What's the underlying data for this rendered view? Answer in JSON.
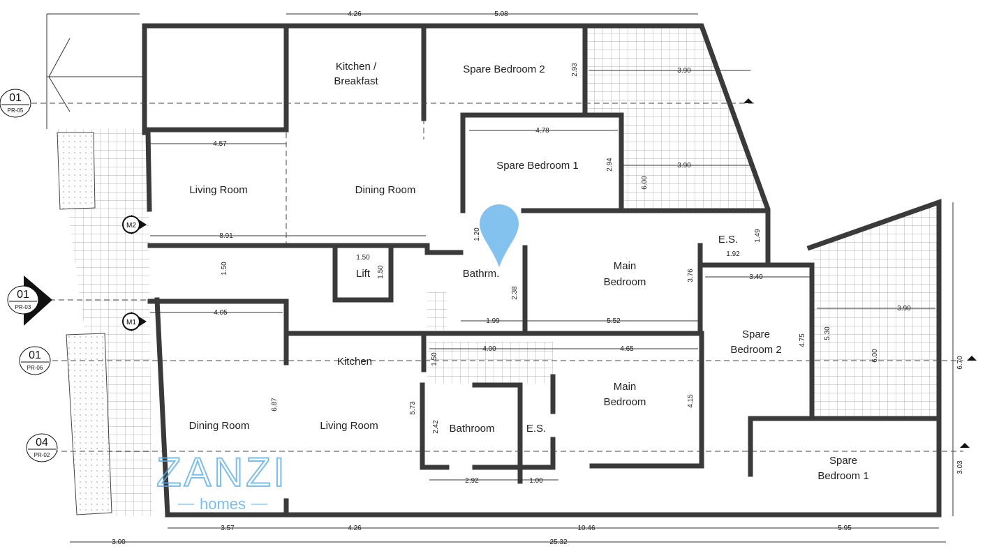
{
  "rooms": {
    "kitchen_breakfast_1": "Kitchen /",
    "kitchen_breakfast_2": "Breakfast",
    "spare_bedroom_2_top": "Spare Bedroom 2",
    "spare_bedroom_1_top": "Spare Bedroom 1",
    "living_room_top": "Living Room",
    "dining_room_top": "Dining Room",
    "lift": "Lift",
    "bathrm": "Bathrm.",
    "main_bedroom_top_1": "Main",
    "main_bedroom_top_2": "Bedroom",
    "es_top": "E.S.",
    "spare_bedroom_2_right_1": "Spare",
    "spare_bedroom_2_right_2": "Bedroom 2",
    "kitchen_bottom": "Kitchen",
    "dining_room_bottom": "Dining Room",
    "living_room_bottom": "Living Room",
    "bathroom_bottom": "Bathroom",
    "es_bottom": "E.S.",
    "main_bedroom_bottom_1": "Main",
    "main_bedroom_bottom_2": "Bedroom",
    "spare_bedroom_1_bottom_1": "Spare",
    "spare_bedroom_1_bottom_2": "Bedroom 1"
  },
  "dimensions": [
    "4.26",
    "5.08",
    "2.93",
    "3.90",
    "4.57",
    "4.78",
    "2.94",
    "3.90",
    "6.00",
    "8.91",
    "1.20",
    "1.49",
    "1.50",
    "1.50",
    "1.50",
    "1.92",
    "3.76",
    "3.40",
    "2.38",
    "1.99",
    "5.52",
    "4.05",
    "4.00",
    "4.65",
    "4.75",
    "5.30",
    "3.90",
    "6.00",
    "6.70",
    "1.50",
    "6.87",
    "5.73",
    "2.42",
    "4.15",
    "2.92",
    "1.00",
    "3.03",
    "3.00",
    "3.57",
    "4.26",
    "10.46",
    "5.95",
    "25.32"
  ],
  "section_tags": [
    {
      "num": "01",
      "ref": "PR-05"
    },
    {
      "num": "01",
      "ref": "PR-03"
    },
    {
      "num": "01",
      "ref": "PR-06"
    },
    {
      "num": "04",
      "ref": "PR-02"
    }
  ],
  "markers": [
    "M2",
    "M1"
  ],
  "watermark": {
    "brand": "ZANZI",
    "sub": "homes",
    "color": "#5aaeea"
  }
}
